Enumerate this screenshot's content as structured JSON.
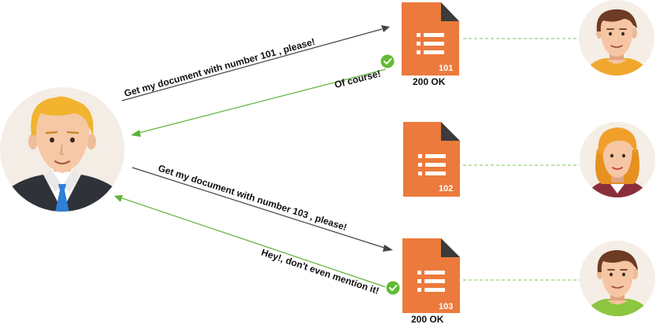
{
  "messages": {
    "request_101": "Get my document with number 101 , please!",
    "reply_101": "Of course!",
    "request_103": "Get my document with number 103 , please!",
    "reply_103": "Hey!, don't even mention it!"
  },
  "documents": [
    {
      "number": "101",
      "status": "200 OK"
    },
    {
      "number": "102",
      "status": ""
    },
    {
      "number": "103",
      "status": "200 OK"
    }
  ],
  "colors": {
    "request_arrow": "#444444",
    "reply_arrow": "#5db33a",
    "doc_fill": "#ec7a3c",
    "doc_fold": "#3b3b3b",
    "check": "#62bb33",
    "dashed_link": "#7fc55e",
    "avatar_bg": "#f5eee6"
  },
  "icons": {
    "client": "businessman-avatar-icon",
    "owners": [
      "man-avatar-icon",
      "woman-avatar-icon",
      "man-avatar-icon"
    ],
    "document": "document-list-icon",
    "success": "check-circle-icon"
  }
}
